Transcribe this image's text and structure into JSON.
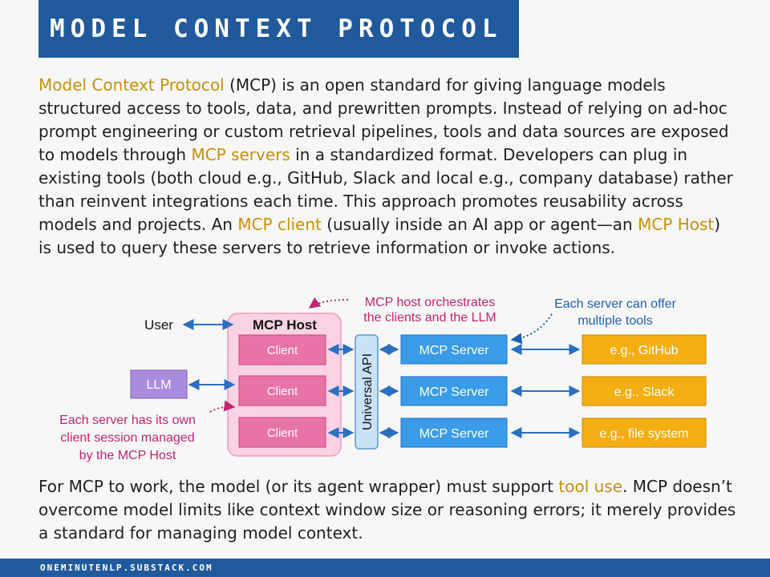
{
  "title": "MODEL CONTEXT PROTOCOL",
  "intro": {
    "s1_hl": "Model Context Protocol",
    "s2": " (MCP) is an open standard for giving language models structured access to tools, data, and prewritten prompts. Instead of relying on ad-hoc prompt engineering or custom retrieval pipelines, tools and data sources are exposed to models through ",
    "s3_hl": "MCP servers",
    "s4": " in a standardized format. Developers can plug in existing tools (both cloud e.g., GitHub, Slack and local e.g., company database) rather than reinvent integrations each time. This approach promotes reusability across models and projects. An ",
    "s5_hl": "MCP client",
    "s6": " (usually inside an AI app or agent—an ",
    "s7_hl": "MCP Host",
    "s8": ") is used to query these servers to retrieve information or invoke actions."
  },
  "diagram": {
    "user_label": "User",
    "host_label": "MCP Host",
    "llm_label": "LLM",
    "clients": [
      "Client",
      "Client",
      "Client"
    ],
    "api_label": "Universal API",
    "servers": [
      "MCP Server",
      "MCP Server",
      "MCP Server"
    ],
    "tools": [
      "e.g., GitHub",
      "e.g., Slack",
      "e.g., file system"
    ],
    "note_host": [
      "MCP host orchestrates",
      "the clients and the LLM"
    ],
    "note_server": [
      "Each server can offer",
      "multiple tools"
    ],
    "note_client": [
      "Each server has its own",
      "client session managed",
      "by the MCP Host"
    ]
  },
  "outro": {
    "s1": "For MCP to work, the model (or its agent wrapper) must support ",
    "s2_hl": "tool use",
    "s3": ". MCP doesn’t overcome model limits like context window size or reasoning errors; it merely provides a standard for managing model context."
  },
  "footer": "ONEMINUTENLP.SUBSTACK.COM",
  "colors": {
    "brand_blue": "#205a9c",
    "highlight": "#c8900a",
    "host_fill": "#fad2e3",
    "client_fill": "#e873a6",
    "llm_fill": "#a98cde",
    "api_fill": "#c9e2f7",
    "server_fill": "#3a9ce8",
    "tool_fill": "#f4ae13",
    "arrow": "#2a6fc0",
    "note_pink": "#c0266f",
    "note_blue": "#1f5fb0"
  }
}
